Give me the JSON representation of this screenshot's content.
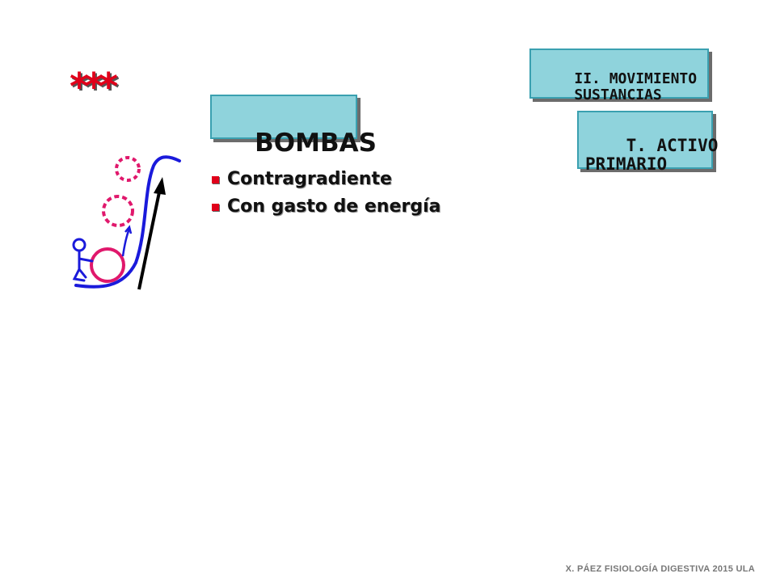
{
  "header": {
    "section_title": "II. MOVIMIENTO\n    SUSTANCIAS",
    "subsection_title": "T. ACTIVO\nPRIMARIO"
  },
  "decoration": {
    "stars": "***",
    "star_color": "#e0001a"
  },
  "main": {
    "title": "BOMBAS",
    "bullets": [
      "Contragradiente",
      "Con gasto de energía"
    ]
  },
  "footer": {
    "credit": "X. PÁEZ   FISIOLOGÍA DIGESTIVA 2015  ULA"
  },
  "colors": {
    "box_fill": "#8fd3dc",
    "box_border": "#3aa0b0",
    "bullet": "#e0001a",
    "diagram_ball": "#e0186c",
    "diagram_line": "#1a1adb"
  }
}
